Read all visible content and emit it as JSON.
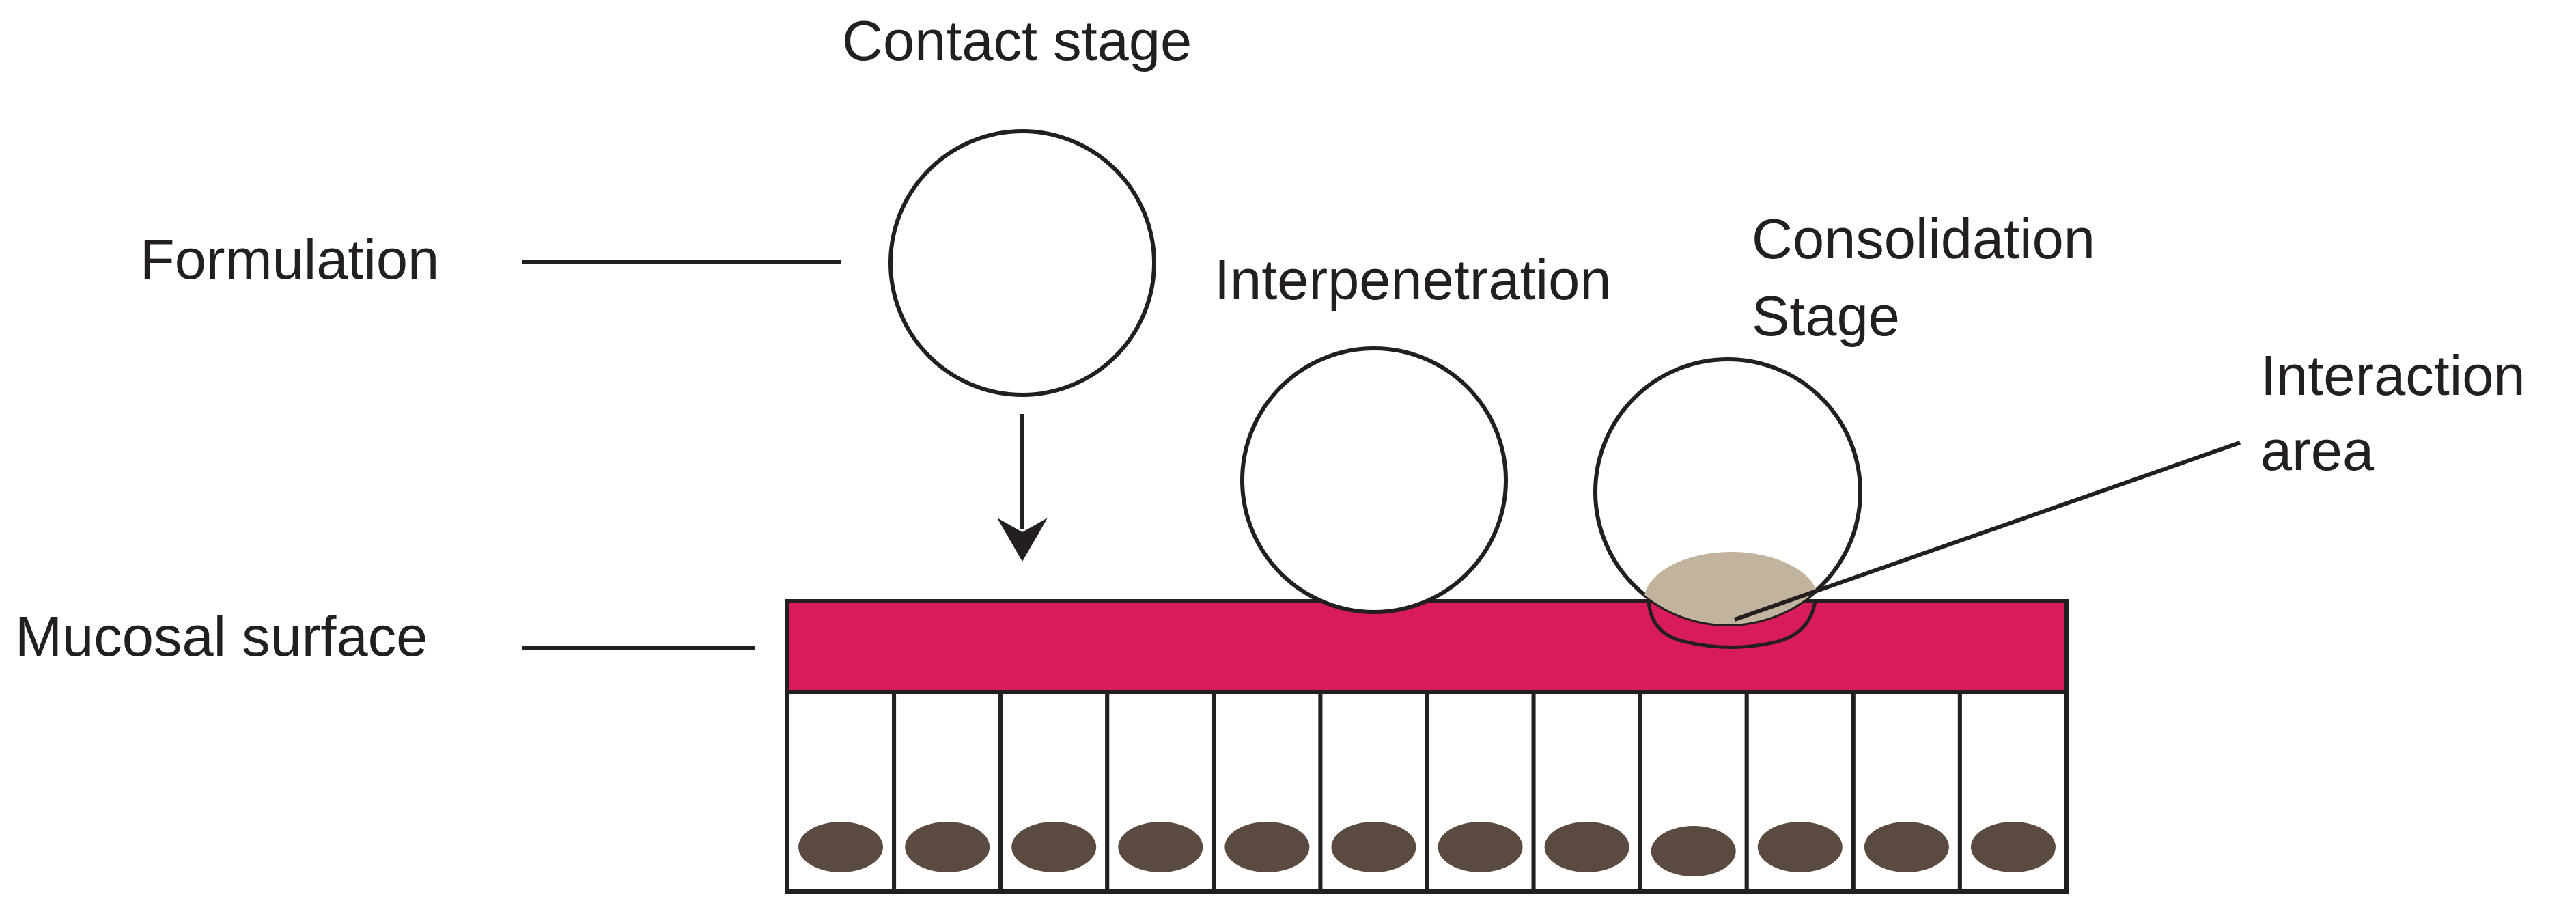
{
  "labels": {
    "contact_stage": "Contact stage",
    "formulation": "Formulation",
    "interpenetration": "Interpenetration",
    "consolidation_line1": "Consolidation",
    "consolidation_line2": "Stage",
    "interaction_line1": "Interaction",
    "interaction_line2": "area",
    "mucosal_surface": "Mucosal surface"
  },
  "colors": {
    "mucosal_layer": "#d81b5a",
    "interaction_area": "#c2b49c",
    "nucleus": "#5b4a40",
    "outline": "#231f20",
    "background": "#ffffff"
  },
  "epithelium": {
    "cell_count": 12
  }
}
